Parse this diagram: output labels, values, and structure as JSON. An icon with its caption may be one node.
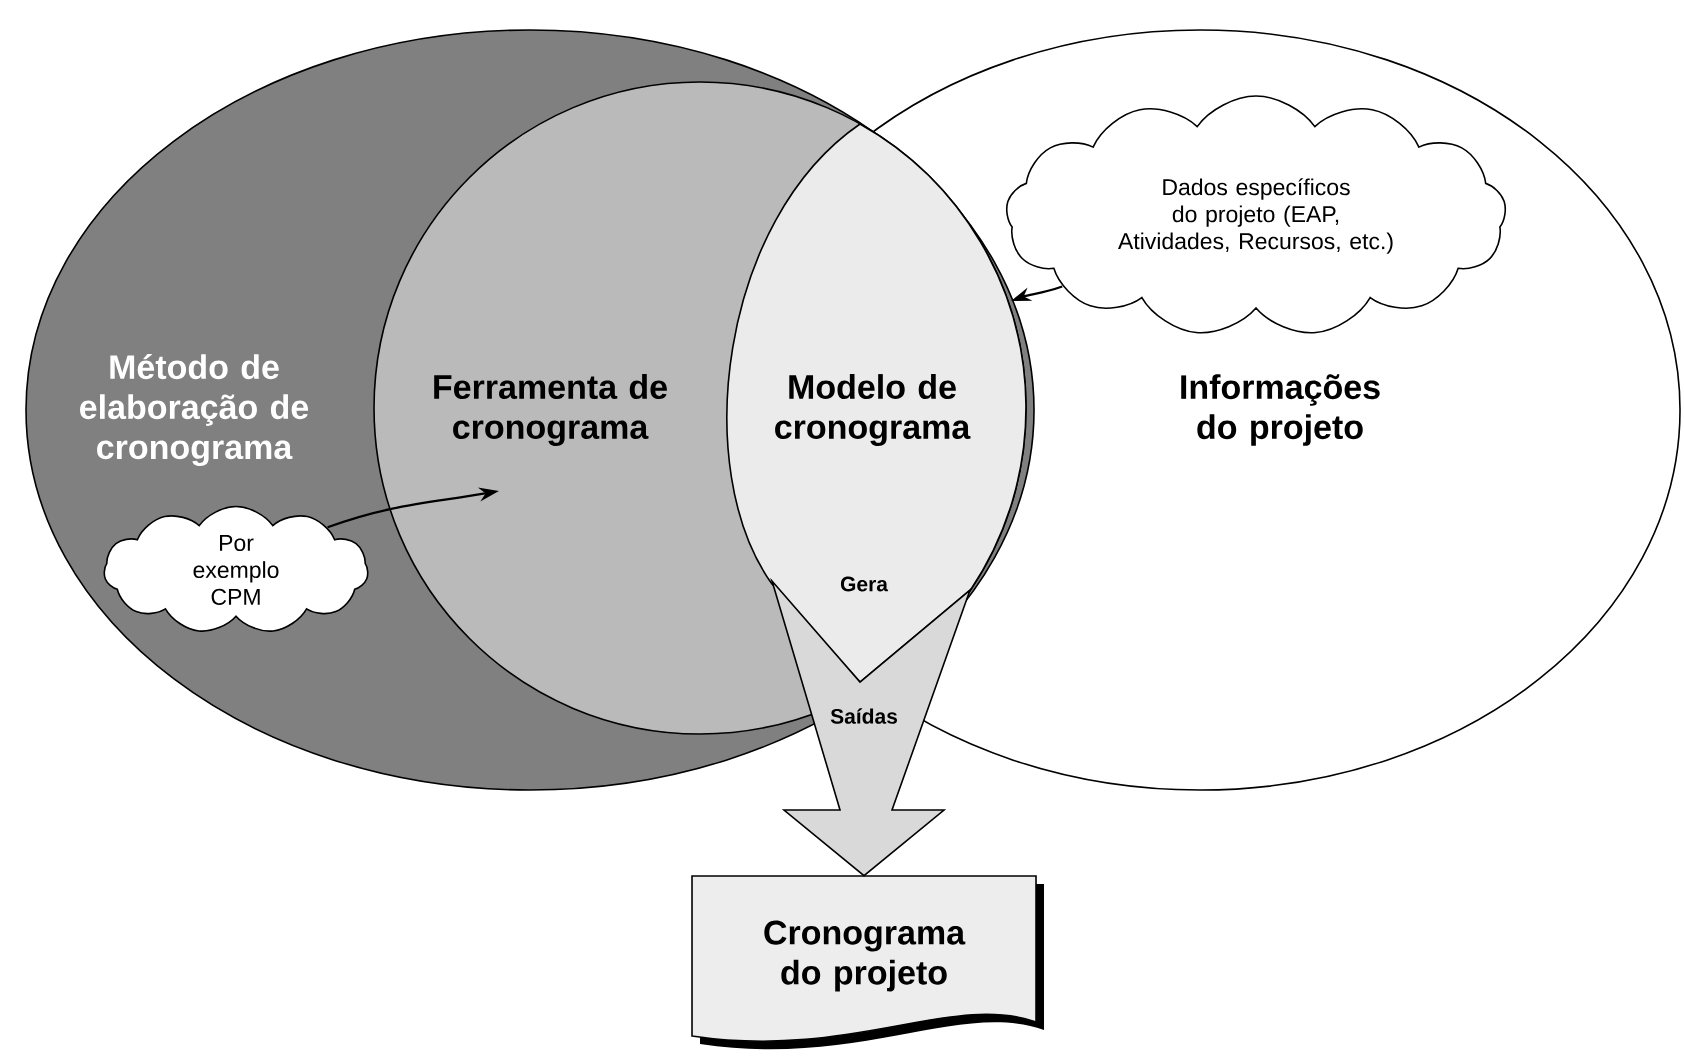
{
  "diagram": {
    "nodes": [
      {
        "text": [
          "Método de elaboração de cronograma"
        ]
      },
      {
        "text": [
          "Ferramenta de cronograma"
        ],
        "in": 0
      },
      {
        "text": [
          "Modelo de cronograma",
          "Gera"
        ]
      },
      {
        "text": [
          "Informações do projeto"
        ]
      },
      {
        "text": [
          "Dados específicos do projeto (EAP, Atividades, Recursos, etc.)"
        ],
        "in": 3
      },
      {
        "text": [
          "Por exemplo CPM"
        ],
        "in": 0
      },
      {
        "text": [
          "Cronograma do projeto"
        ]
      }
    ],
    "edges": [
      {
        "from": 4,
        "to": 2,
        "arrow": "to"
      },
      {
        "from": 5,
        "to": 1,
        "arrow": "to"
      },
      {
        "from": 2,
        "to": 6,
        "arrow": "to",
        "label": "Saídas",
        "style": "thick"
      }
    ]
  }
}
